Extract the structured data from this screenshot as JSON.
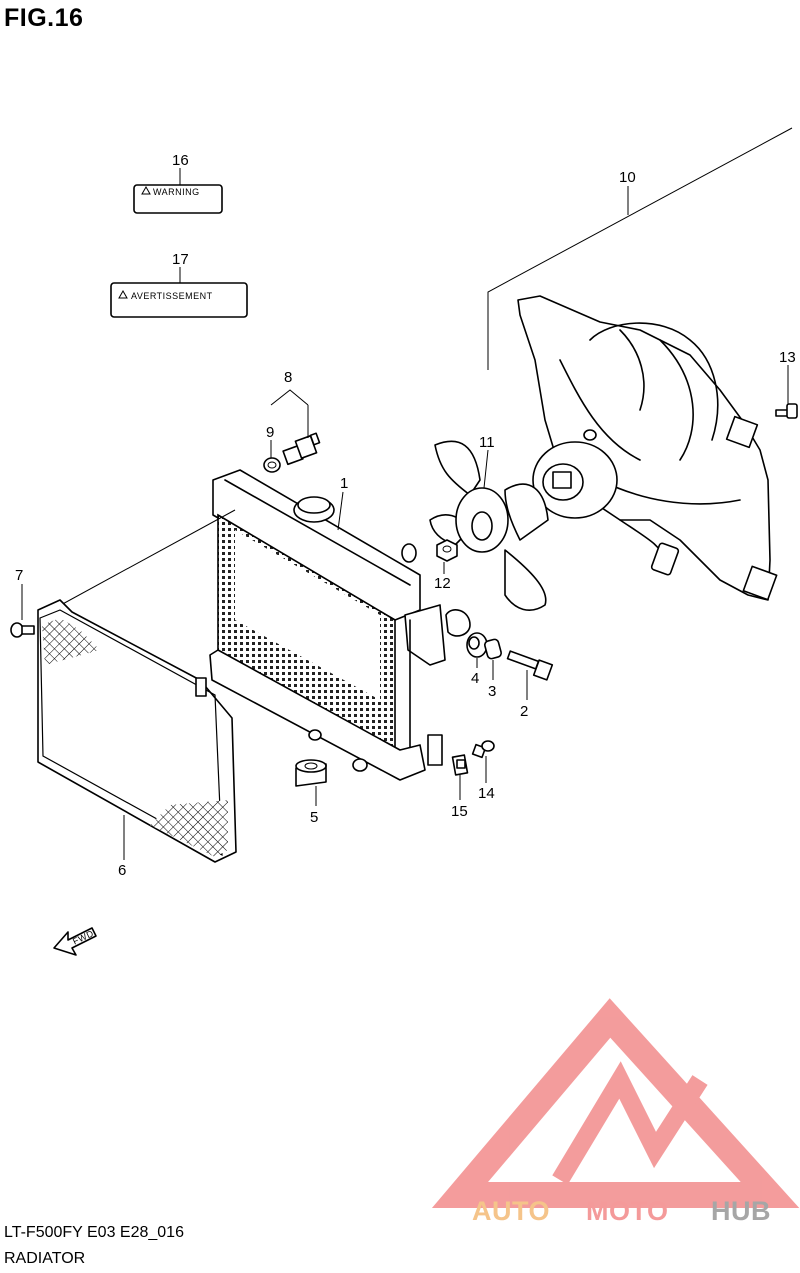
{
  "figure": {
    "title": "FIG.16"
  },
  "footer": {
    "model_code": "LT-F500FY E03 E28_016",
    "section_name": "RADIATOR"
  },
  "labels": {
    "warning": "WARNING",
    "avertissement": "AVERTISSEMENT",
    "fwd": "FWD"
  },
  "callouts": [
    {
      "id": "c1",
      "text": "1"
    },
    {
      "id": "c2",
      "text": "2"
    },
    {
      "id": "c3",
      "text": "3"
    },
    {
      "id": "c4",
      "text": "4"
    },
    {
      "id": "c5",
      "text": "5"
    },
    {
      "id": "c6",
      "text": "6"
    },
    {
      "id": "c7",
      "text": "7"
    },
    {
      "id": "c8",
      "text": "8"
    },
    {
      "id": "c9",
      "text": "9"
    },
    {
      "id": "c10",
      "text": "10"
    },
    {
      "id": "c11",
      "text": "11"
    },
    {
      "id": "c12",
      "text": "12"
    },
    {
      "id": "c13",
      "text": "13"
    },
    {
      "id": "c14",
      "text": "14"
    },
    {
      "id": "c15",
      "text": "15"
    },
    {
      "id": "c16",
      "text": "16"
    },
    {
      "id": "c17",
      "text": "17"
    }
  ],
  "watermark": {
    "part1": "AUTO",
    "part2": "MOTO",
    "part3": "HUB",
    "colors": {
      "auto": "#f5c48a",
      "moto": "#f49a9a",
      "hub": "#a6a6a6",
      "logo": "#f28b8b"
    }
  }
}
